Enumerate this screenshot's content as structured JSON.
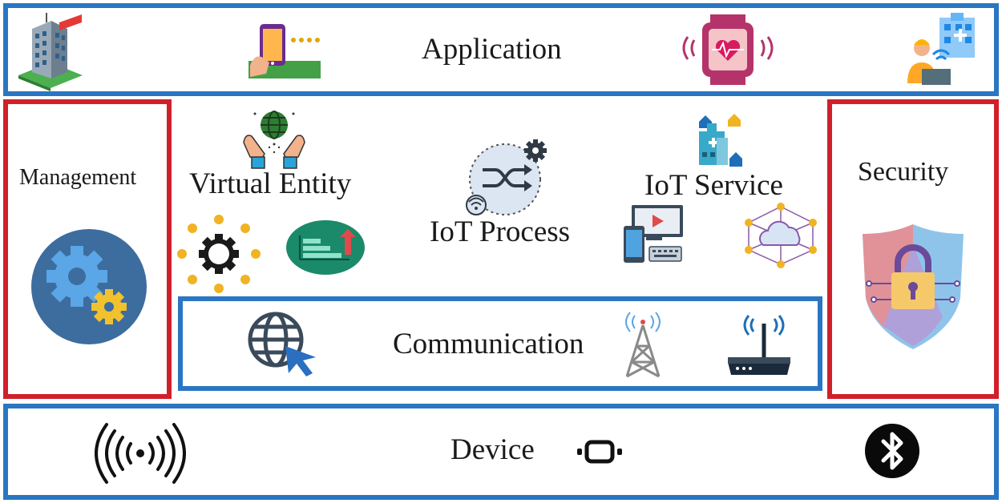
{
  "layers": {
    "application": "Application",
    "management": "Management",
    "security": "Security",
    "virtual_entity": "Virtual Entity",
    "iot_process": "IoT Process",
    "iot_service": "IoT Service",
    "communication": "Communication",
    "device": "Device"
  },
  "colors": {
    "layer_border_blue": "#2a76c2",
    "layer_border_red": "#d0202a"
  },
  "icons": [
    "smart-building-icon",
    "smartphone-icon",
    "smartwatch-heart-icon",
    "smart-home-user-icon",
    "hands-globe-icon",
    "sun-gear-icon",
    "growth-chart-icon",
    "shuffle-process-icon",
    "smart-city-icon",
    "media-devices-icon",
    "cloud-network-icon",
    "gears-icon",
    "security-shield-icon",
    "globe-cursor-icon",
    "cell-tower-icon",
    "wifi-router-icon",
    "wireless-signal-icon",
    "device-chip-icon",
    "bluetooth-icon"
  ]
}
